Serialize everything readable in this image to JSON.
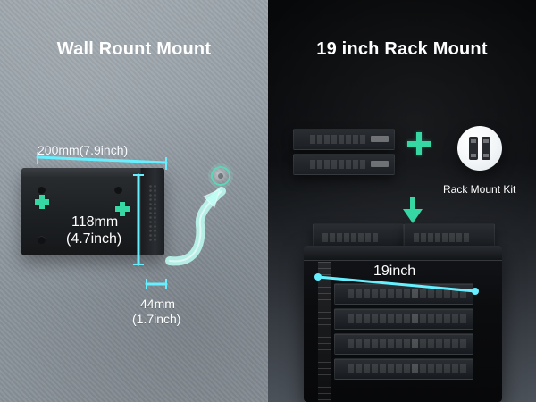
{
  "titles": {
    "left": "Wall Rount Mount",
    "right": "19 inch Rack Mount"
  },
  "left_panel": {
    "dimensions": {
      "width_label": "200mm(7.9inch)",
      "height_label_line1": "118mm",
      "height_label_line2": "(4.7inch)",
      "depth_label_line1": "44mm",
      "depth_label_line2": "(1.7inch)"
    }
  },
  "right_panel": {
    "kit_label": "Rack Mount Kit",
    "rack_width_label": "19inch"
  },
  "colors": {
    "accent_teal": "#37d7a4",
    "dimension_cyan": "#66f0ff"
  },
  "icons": {
    "plus": "plus-icon",
    "down_arrow": "down-arrow-icon",
    "screw": "screw-icon",
    "rack_kit": "rack-mount-bracket-icon",
    "curved_arrow": "curved-arrow-icon"
  }
}
